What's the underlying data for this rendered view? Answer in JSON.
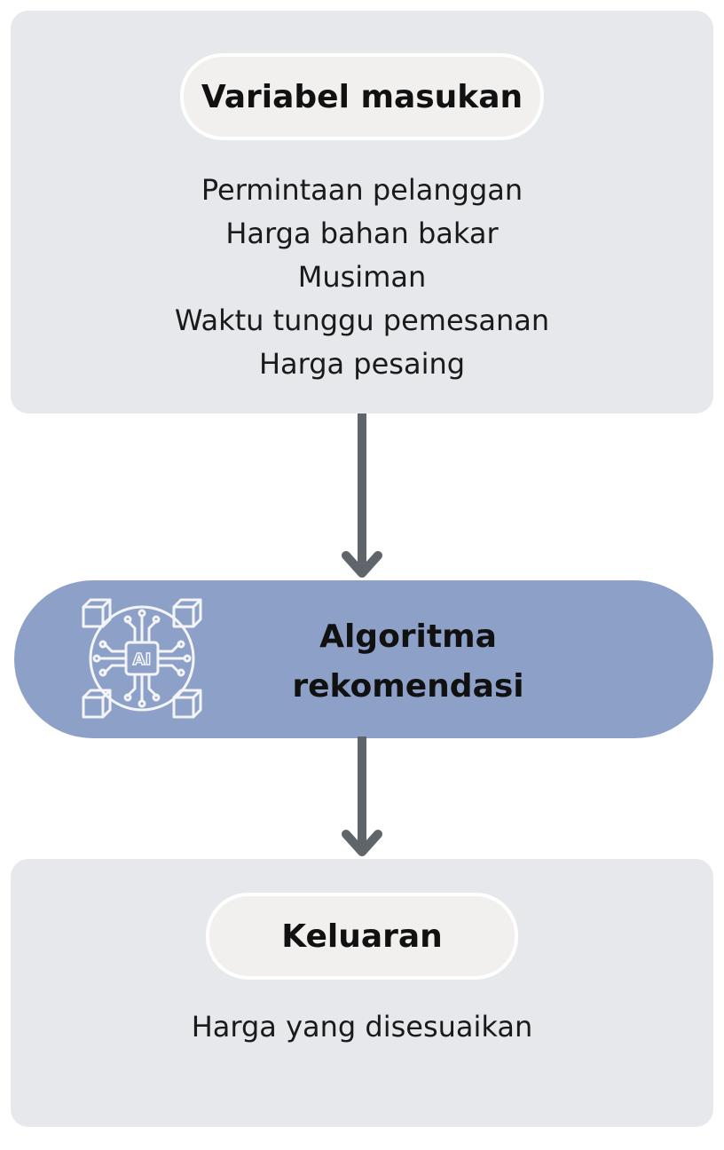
{
  "input_panel": {
    "title": "Variabel masukan",
    "variables": [
      "Permintaan pelanggan",
      "Harga bahan bakar",
      "Musiman",
      "Waktu tunggu pemesanan",
      "Harga pesaing"
    ]
  },
  "algorithm": {
    "label_line1": "Algoritma",
    "label_line2": "rekomendasi",
    "icon": "ai-chip-icon",
    "icon_text": "AI"
  },
  "output_panel": {
    "title": "Keluaran",
    "result": "Harga yang disesuaikan"
  },
  "colors": {
    "panel_bg": "#e6e8ec",
    "pill_bg": "#f1f0ef",
    "algorithm_bg": "#8ca0c8",
    "arrow": "#5f656b"
  }
}
